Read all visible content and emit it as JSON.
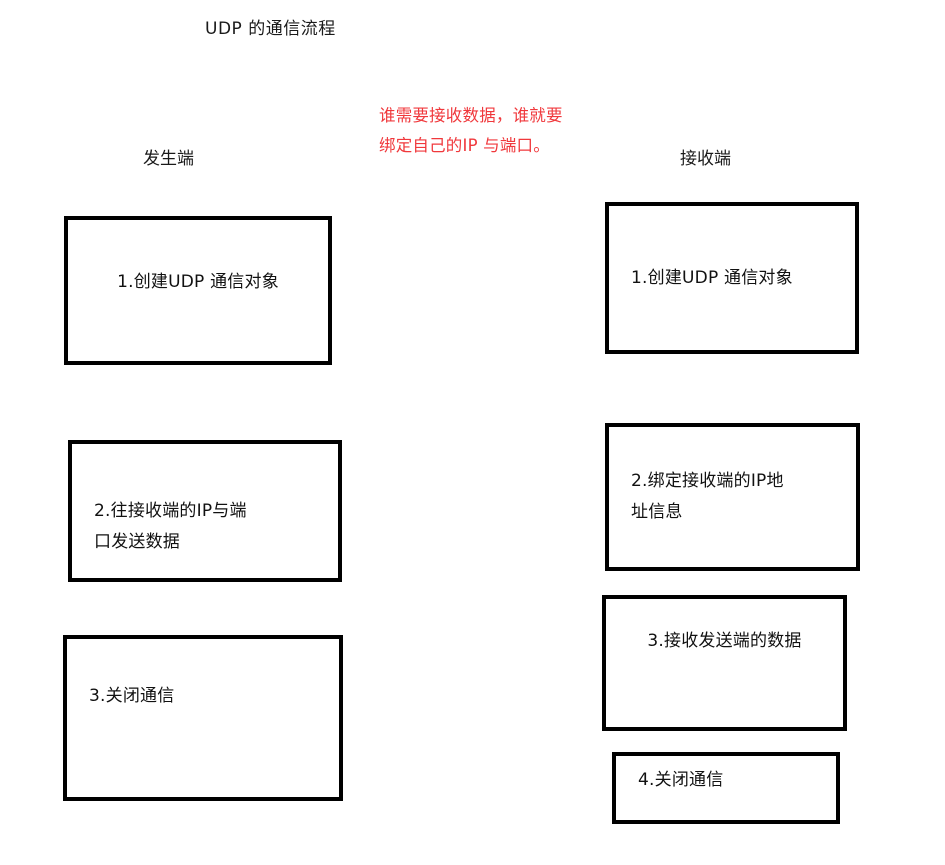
{
  "diagram": {
    "title": "UDP 的通信流程",
    "note": {
      "text": "谁需要接收数据，谁就要绑定自己的IP 与端口。",
      "color": "#f0383c"
    },
    "columns": [
      {
        "header": "发生端",
        "steps": [
          {
            "label": "1.创建UDP 通信对象"
          },
          {
            "label": "2.往接收端的IP与端\n口发送数据"
          },
          {
            "label": "3.关闭通信"
          }
        ]
      },
      {
        "header": "接收端",
        "steps": [
          {
            "label": "1.创建UDP 通信对象"
          },
          {
            "label": "2.绑定接收端的IP地\n址信息"
          },
          {
            "label": "3.接收发送端的数据"
          },
          {
            "label": "4.关闭通信"
          }
        ]
      }
    ],
    "colors": {
      "box_border": "#000000",
      "box_fill": "#ffffff",
      "text": "#111111",
      "background": "#ffffff"
    }
  }
}
